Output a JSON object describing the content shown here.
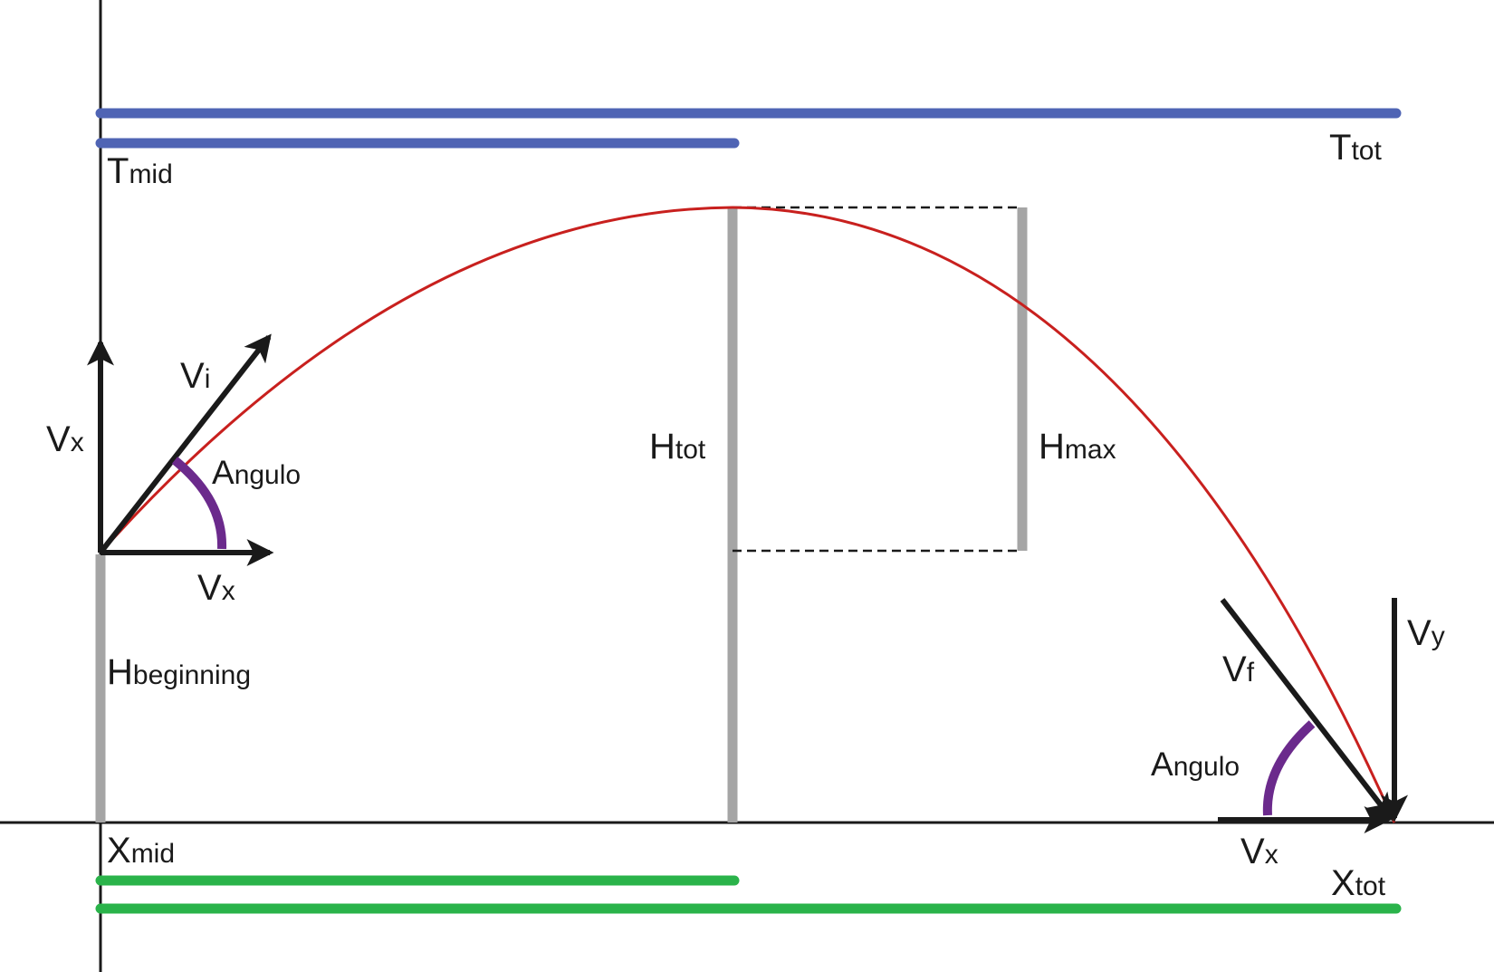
{
  "colors": {
    "axis": "#1a1a1a",
    "trajectory": "#c8201e",
    "height_bar": "#a5a5a5",
    "time_bar": "#4f64b4",
    "distance_bar": "#2ab34a",
    "angle_arc": "#6b2a8c",
    "vector": "#1a1a1a",
    "dashed_guide": "#1a1a1a"
  },
  "labels": {
    "t_mid": {
      "main": "T",
      "sub": "mid"
    },
    "t_tot": {
      "main": "T",
      "sub": "tot"
    },
    "v_i": {
      "main": "V",
      "sub": "i"
    },
    "v_x_left_vertical": {
      "main": "V",
      "sub": "x"
    },
    "angle_start": {
      "main": "A",
      "sub": "ngulo"
    },
    "v_x_left_horizontal": {
      "main": "V",
      "sub": "x"
    },
    "h_beginning": {
      "main": "H",
      "sub": "beginning"
    },
    "h_tot": {
      "main": "H",
      "sub": "tot"
    },
    "h_max": {
      "main": "H",
      "sub": "max"
    },
    "v_y": {
      "main": "V",
      "sub": "y"
    },
    "v_f": {
      "main": "V",
      "sub": "f"
    },
    "angle_end": {
      "main": "A",
      "sub": "ngulo"
    },
    "v_x_right": {
      "main": "V",
      "sub": "x"
    },
    "x_mid": {
      "main": "X",
      "sub": "mid"
    },
    "x_tot": {
      "main": "X",
      "sub": "tot"
    }
  }
}
